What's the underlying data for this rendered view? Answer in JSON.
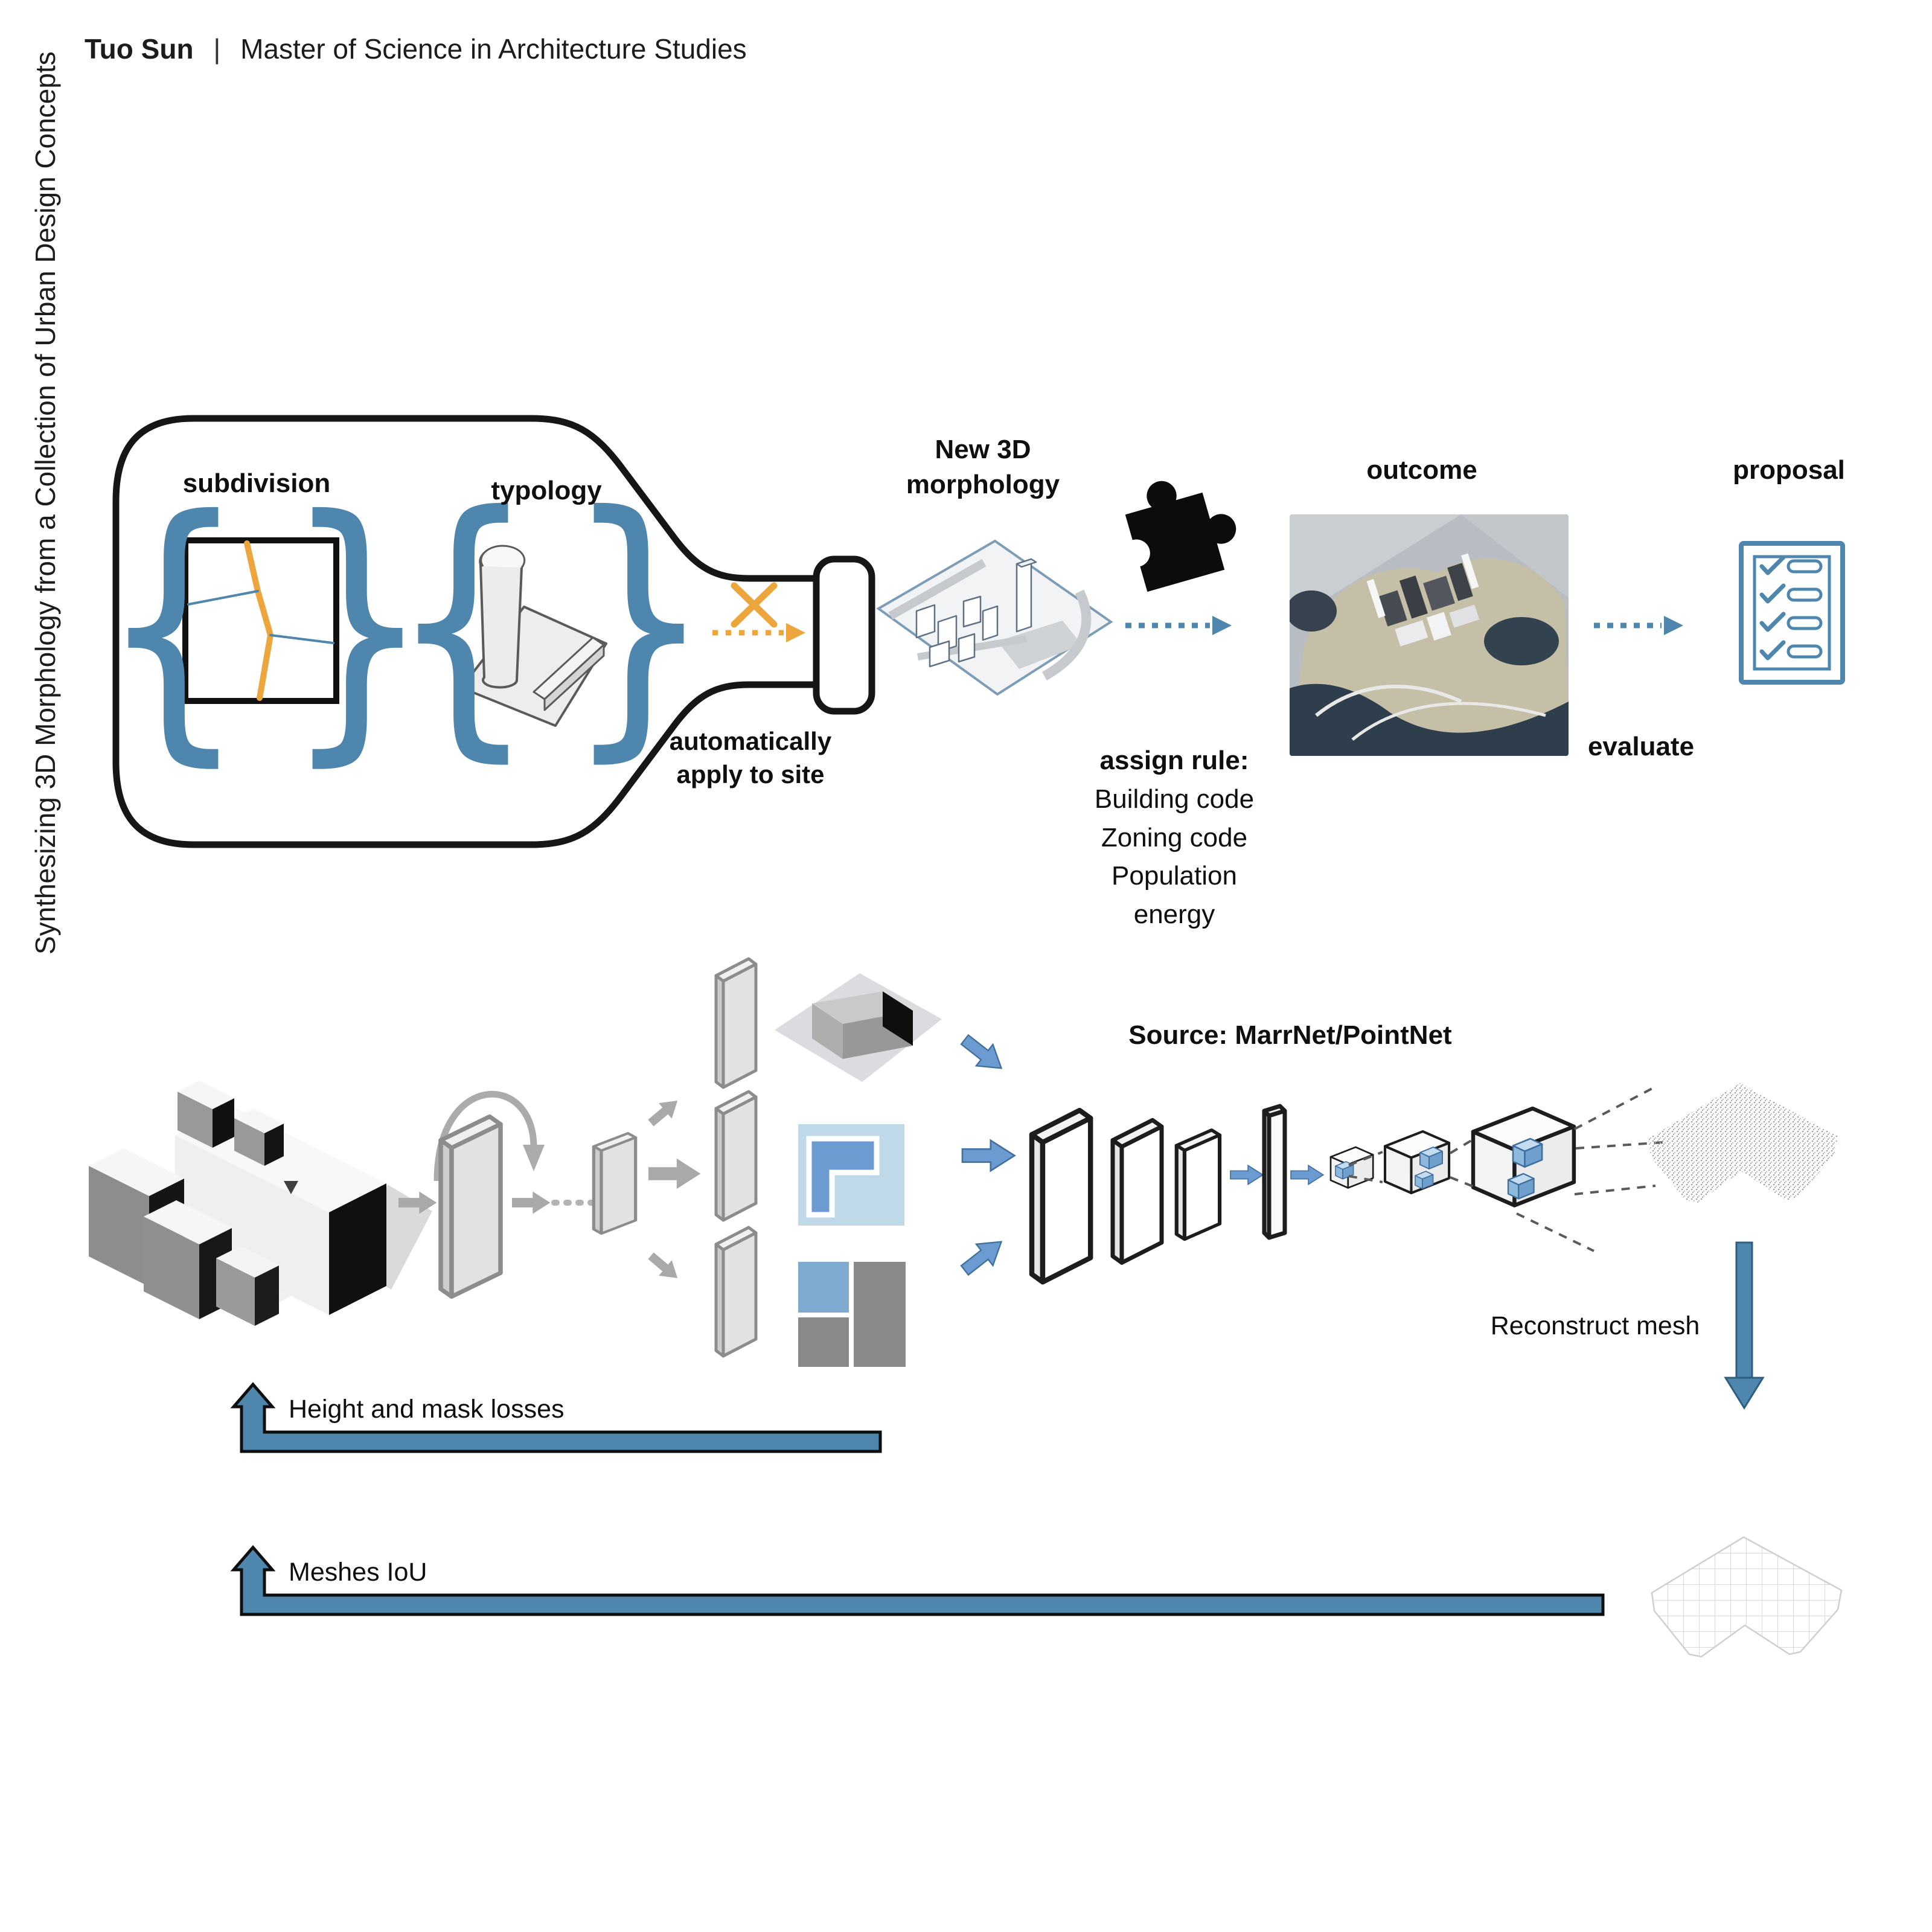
{
  "theme": {
    "accent": "#4e86ae",
    "accent-mid": "#6b9bd0",
    "accent-light": "#bfd9e9",
    "accent-deep": "#41719c",
    "orange": "#eda63e",
    "ink": "#141414",
    "gray-arrow": "#a9a9a9"
  },
  "sidebar": {
    "vertical_title": "Synthesizing 3D Morphology from a Collection of Urban Design Concepts"
  },
  "header": {
    "author": "Tuo Sun",
    "separator": "|",
    "program": "Master of Science in Architecture Studies"
  },
  "pipeline": {
    "subdivision_label": "subdivision",
    "typology_label": "typology",
    "brace_open": "{",
    "brace_close": "}",
    "auto_apply_label": "automatically\napply to site",
    "new_morphology_label": "New 3D\nmorphology",
    "assign_rule": {
      "title": "assign rule:",
      "items": [
        "Building code",
        "Zoning code",
        "Population",
        "energy"
      ]
    },
    "outcome_label": "outcome",
    "evaluate_label": "evaluate",
    "proposal_label": "proposal",
    "proposal_checklist_rows": 4,
    "icons": {
      "merge": "puzzle-icon",
      "proposal": "checklist-icon",
      "combine": "x-mark-icon",
      "flow": "dotted-arrow-icon"
    }
  },
  "network": {
    "source_label": "Source: MarrNet/PointNet",
    "reconstruct_label": "Reconstruct mesh",
    "losses": {
      "height_mask": "Height and mask losses",
      "meshes_iou": "Meshes IoU"
    }
  }
}
